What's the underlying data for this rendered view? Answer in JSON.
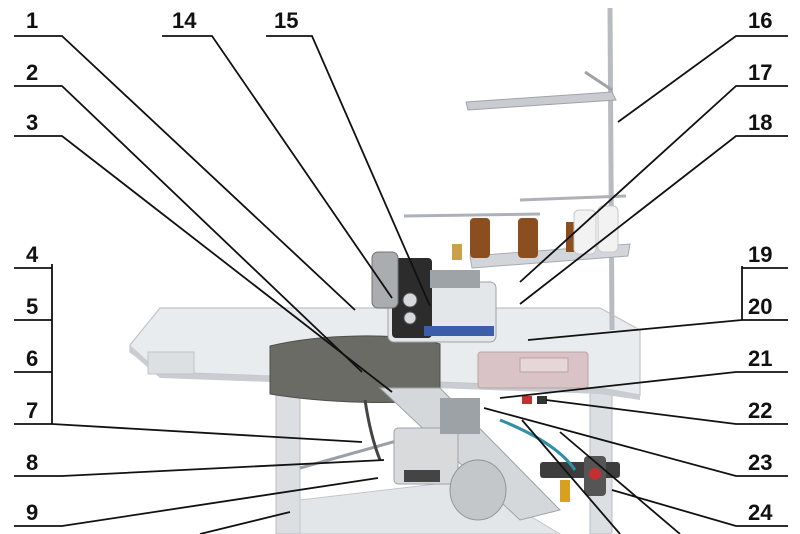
{
  "labels": {
    "n1": "1",
    "n2": "2",
    "n3": "3",
    "n4": "4",
    "n5": "5",
    "n6": "6",
    "n7": "7",
    "n8": "8",
    "n9": "9",
    "n14": "14",
    "n15": "15",
    "n16": "16",
    "n17": "17",
    "n18": "18",
    "n19": "19",
    "n20": "20",
    "n21": "21",
    "n22": "22",
    "n23": "23",
    "n24": "24"
  },
  "colors": {
    "table_top": "#e9ecee",
    "table_edge": "#c9cdd1",
    "steel": "#cfd3d6",
    "dark_plate": "#6b6b66",
    "thread_brown": "#8a4e1f",
    "thread_white": "#f2f2f2",
    "panel_pink": "#d9c3c6",
    "motor": "#d8dadc"
  }
}
